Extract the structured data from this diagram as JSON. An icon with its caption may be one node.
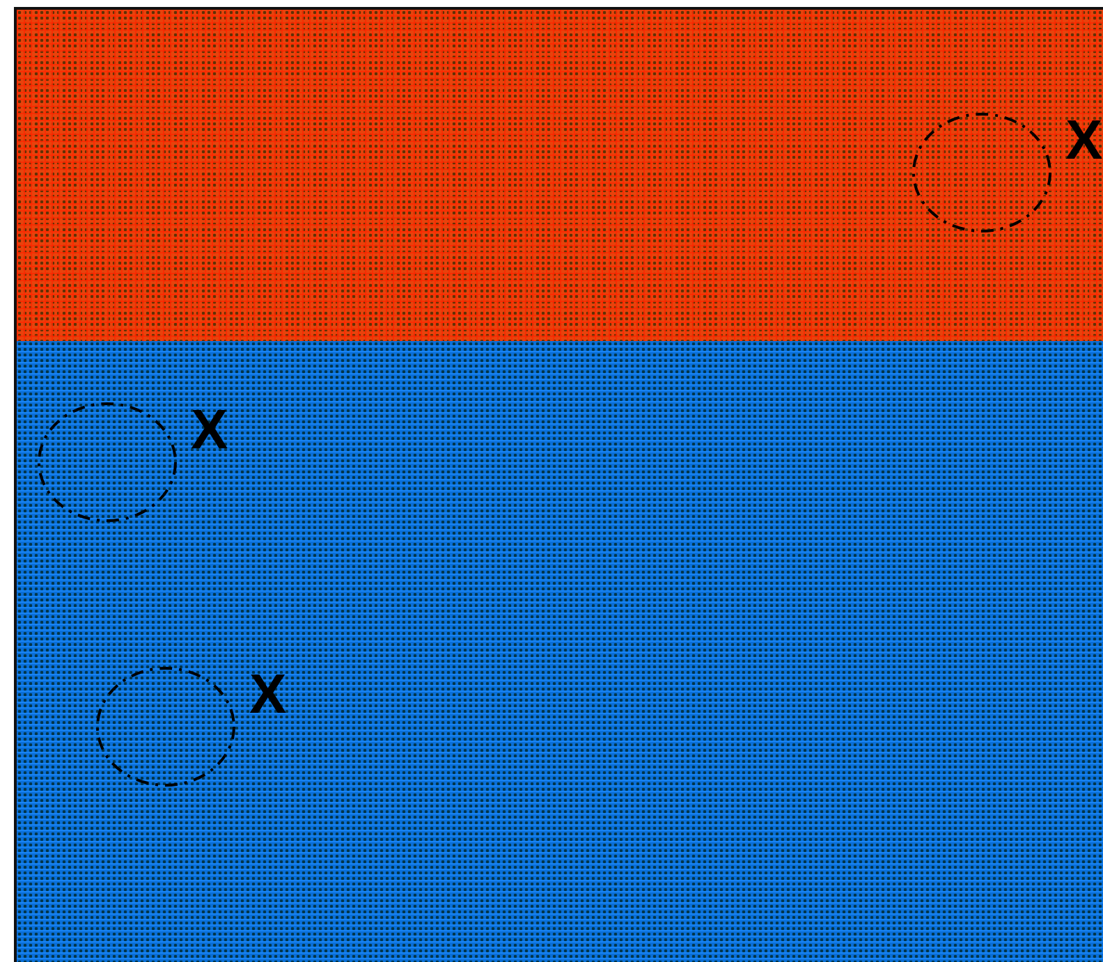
{
  "diagram": {
    "nodes": [
      {
        "text": [],
        "shape": "circle",
        "beside": [
          "X"
        ]
      },
      {
        "text": [],
        "shape": "circle",
        "beside": [
          "X"
        ]
      },
      {
        "text": [],
        "shape": "circle",
        "beside": [
          "X"
        ]
      }
    ]
  }
}
